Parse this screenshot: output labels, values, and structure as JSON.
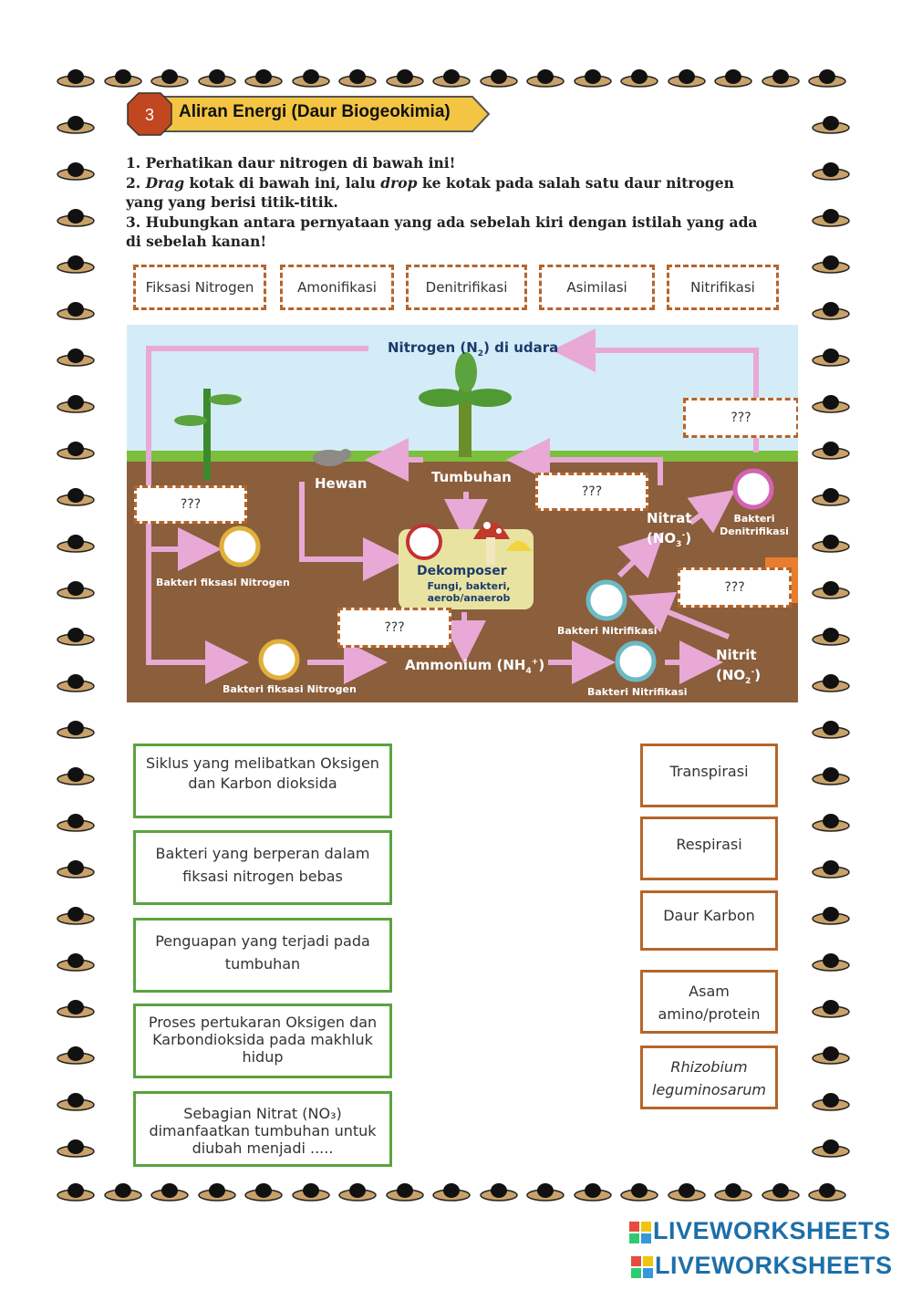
{
  "header": {
    "number": "3",
    "title": "Aliran Energi (Daur Biogeokimia)"
  },
  "instructions": {
    "line1": "1. Perhatikan daur nitrogen di bawah ini!",
    "line2_a": "2. ",
    "line2_drag": "Drag",
    "line2_b": " kotak di bawah ini, lalu ",
    "line2_drop": "drop",
    "line2_c": " ke kotak pada salah satu daur nitrogen yang yang berisi titik-titik.",
    "line3": "3. Hubungkan antara pernyataan yang ada sebelah kiri dengan istilah yang ada di sebelah kanan!"
  },
  "word_bank": [
    "Fiksasi Nitrogen",
    "Amonifikasi",
    "Denitrifikasi",
    "Asimilasi",
    "Nitrifikasi"
  ],
  "diagram": {
    "nitrogen_air": "Nitrogen (N",
    "nitrogen_sub": "2",
    "nitrogen_air_end": ") di udara",
    "hewan": "Hewan",
    "tumbuhan": "Tumbuhan",
    "dekomposer": "Dekomposer",
    "dekomposer_desc": "Fungi, bakteri, aerob/anaerob",
    "nitrat": "Nitrat",
    "nitrat_formula": "(NO",
    "nitrat_sub": "3",
    "nitrat_end": "-)",
    "nitrit": "Nitrit",
    "nitrit_formula": "(NO",
    "nitrit_sub": "2",
    "nitrit_end": "-)",
    "ammonium": "Ammonium (NH",
    "ammonium_sub": "4",
    "ammonium_end": "+)",
    "bakteri_fiksasi_1": "Bakteri fiksasi Nitrogen",
    "bakteri_fiksasi_2": "Bakteri fiksasi Nitrogen",
    "bakteri_nitrifikasi_1": "Bakteri Nitrifikasi",
    "bakteri_nitrifikasi_2": "Bakteri Nitrifikasi",
    "bakteri_denitrifikasi": "Bakteri Denitrifikasi",
    "drop_placeholder": "???"
  },
  "statements": [
    "Siklus yang melibatkan Oksigen dan Karbon dioksida",
    "Bakteri yang berperan dalam fiksasi nitrogen bebas",
    "Penguapan yang terjadi pada tumbuhan",
    "Proses pertukaran Oksigen dan Karbondioksida pada makhluk hidup",
    "Sebagian Nitrat (NO₃) dimanfaatkan tumbuhan untuk diubah menjadi ....."
  ],
  "terms": [
    "Transpirasi",
    "Respirasi",
    "Daur Karbon",
    "Asam amino/protein",
    "Rhizobium leguminosarum"
  ],
  "watermark": "LIVEWORKSHEETS",
  "colors": {
    "sky": "#d4ecf7",
    "grass": "#7cbf3c",
    "soil": "#8b5e3c",
    "arrow_pink": "#e8a9d6",
    "dashed_border": "#b5652a",
    "green_border": "#5aa33e",
    "watermark": "#1d6fa8"
  }
}
